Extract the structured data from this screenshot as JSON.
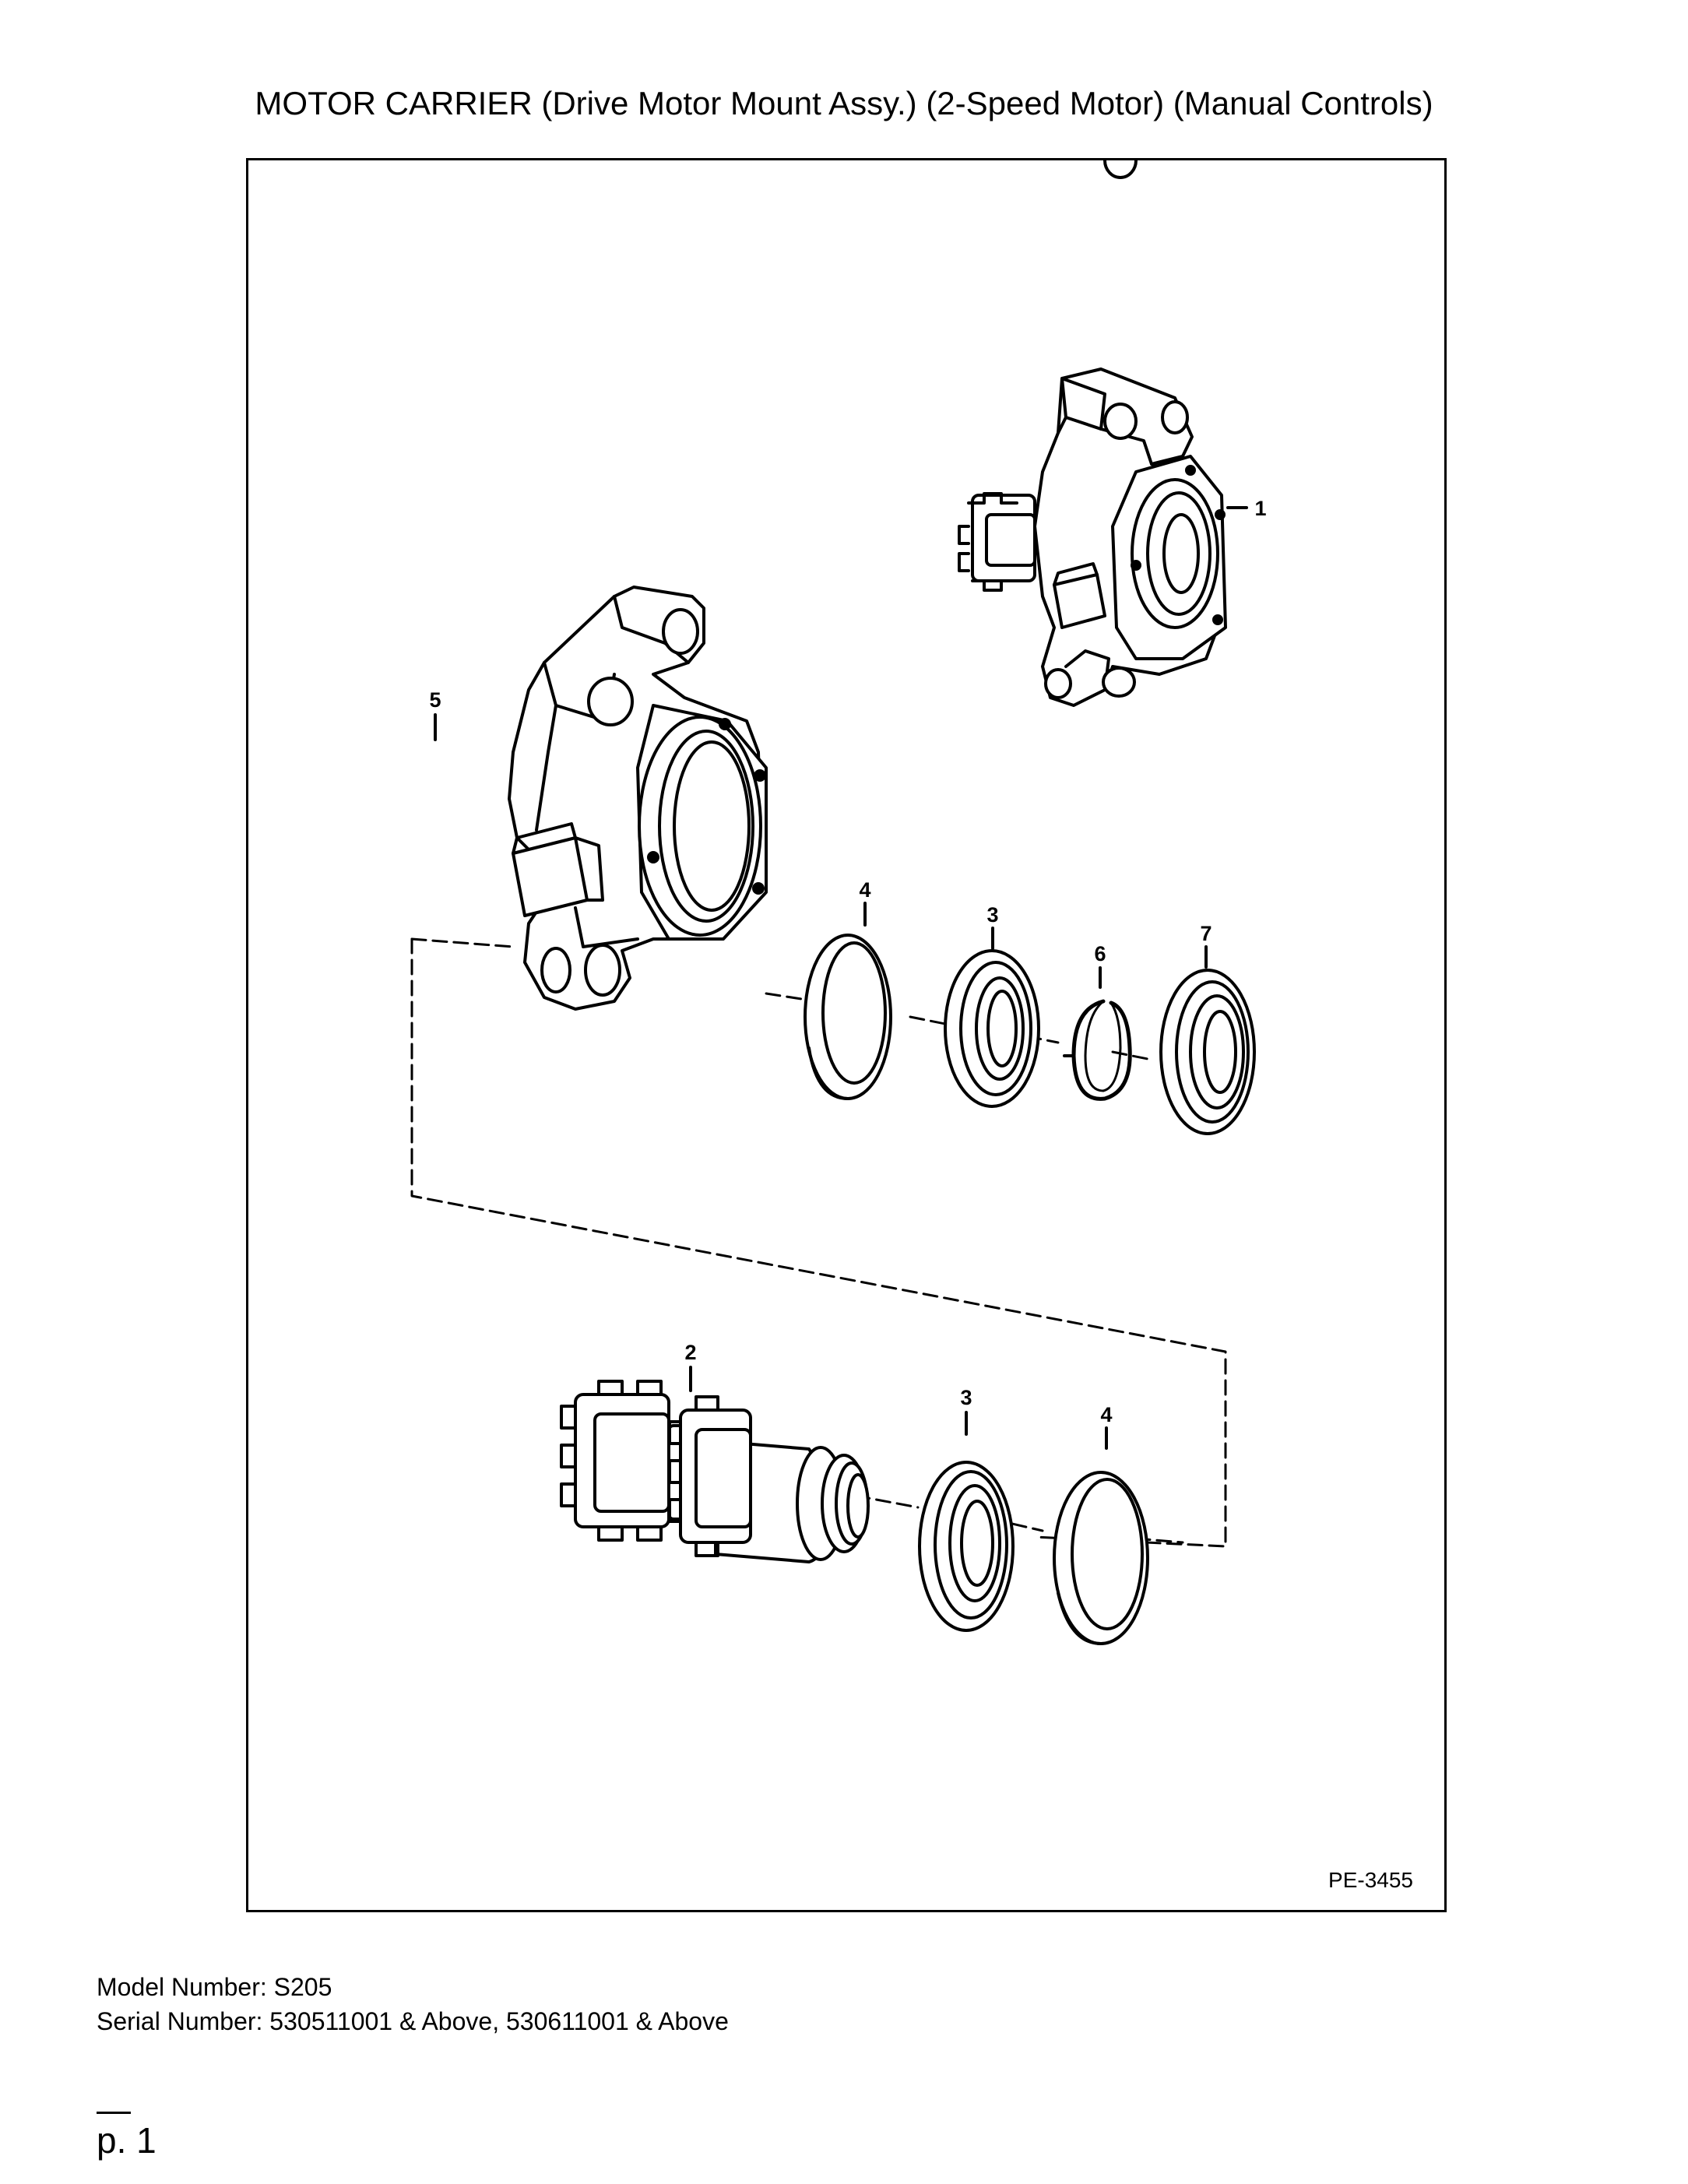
{
  "title": "MOTOR CARRIER (Drive Motor Mount Assy.) (2-Speed Motor) (Manual Controls)",
  "drawing_code": "PE-3455",
  "callouts": {
    "c1": "1",
    "c2": "2",
    "c3a": "3",
    "c3b": "3",
    "c4a": "4",
    "c4b": "4",
    "c5": "5",
    "c6": "6",
    "c7": "7"
  },
  "footer": {
    "model": "Model Number: S205",
    "serial": "Serial Number: 530511001 & Above, 530611001 & Above"
  },
  "page_number": "p. 1"
}
